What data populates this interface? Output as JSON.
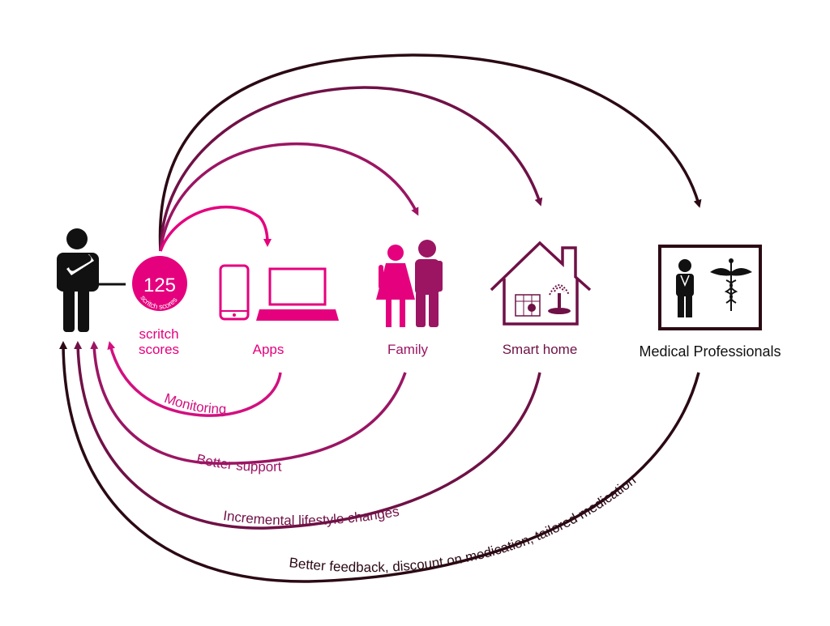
{
  "colors": {
    "magenta": "#e5007e",
    "pink": "#d2107f",
    "plum": "#9b1563",
    "wine": "#6f1146",
    "darkbrown": "#2b0a14",
    "black": "#111111",
    "white": "#ffffff"
  },
  "person": {
    "icon": "person-icon"
  },
  "score_badge": {
    "value": "125",
    "ring_text": "scritch scores",
    "label_line1": "scritch",
    "label_line2": "scores"
  },
  "nodes": {
    "apps": {
      "label": "Apps",
      "icons": [
        "phone-icon",
        "laptop-icon"
      ]
    },
    "family": {
      "label": "Family",
      "icons": [
        "family-icon"
      ]
    },
    "smart_home": {
      "label": "Smart home",
      "icons": [
        "house-icon",
        "appliance-icon",
        "sprinkler-icon"
      ]
    },
    "medical": {
      "label": "Medical Professionals",
      "icons": [
        "doctor-icon",
        "caduceus-icon"
      ]
    }
  },
  "feedback_labels": {
    "monitoring": "Monitoring",
    "better_support": "Better support",
    "incremental": "Incremental lifestyle changes",
    "better_feedback": "Better feedback, discount on medication, tailored medication"
  }
}
